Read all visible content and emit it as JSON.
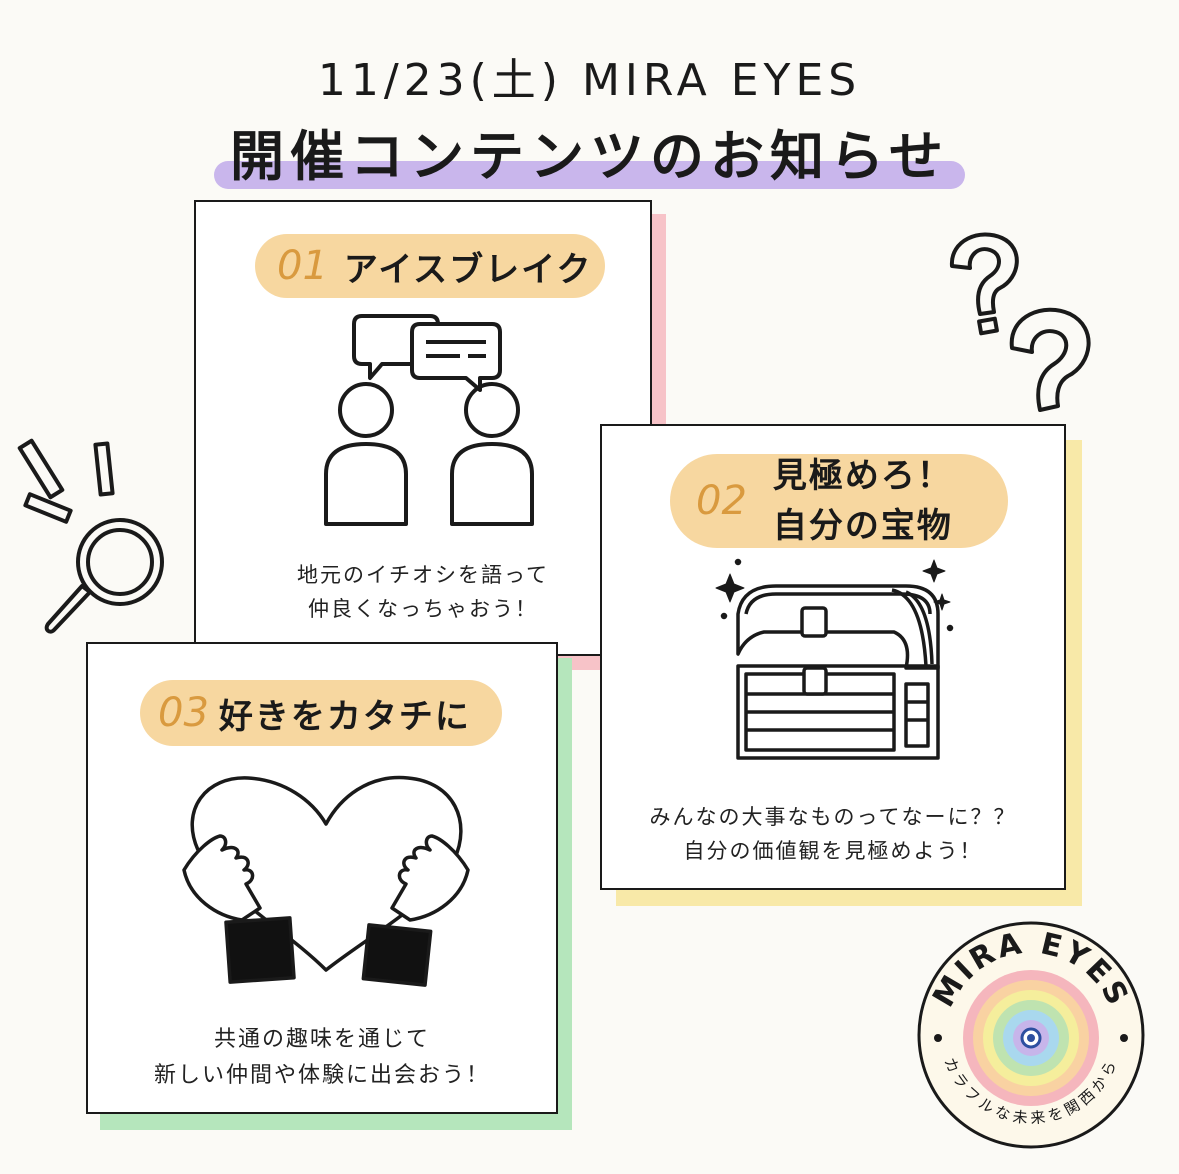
{
  "header": {
    "date_line": "11/23(土) MIRA EYES",
    "title": "開催コンテンツのお知らせ"
  },
  "cards": [
    {
      "number": "01",
      "title": "アイスブレイク",
      "desc_line1": "地元のイチオシを語って",
      "desc_line2": "仲良くなっちゃおう！",
      "icon": "two-people-chat-icon"
    },
    {
      "number": "02",
      "title_line1": "見極めろ！",
      "title_line2": "自分の宝物",
      "desc_line1": "みんなの大事なものってなーに？？",
      "desc_line2": "自分の価値観を見極めよう！",
      "icon": "treasure-chest-icon"
    },
    {
      "number": "03",
      "title": "好きをカタチに",
      "desc_line1": "共通の趣味を通じて",
      "desc_line2": "新しい仲間や体験に出会おう！",
      "icon": "hands-holding-heart-icon"
    }
  ],
  "logo": {
    "top_text": "MIRA EYES",
    "bottom_text": "カラフルな未来を関西から"
  },
  "colors": {
    "pill": "#f7d7a0",
    "number": "#d99a3f",
    "highlight": "#c9b6ec",
    "shadow_pink": "#f7c3c8",
    "shadow_yellow": "#f8e9a8",
    "shadow_green": "#b5e6bc"
  }
}
